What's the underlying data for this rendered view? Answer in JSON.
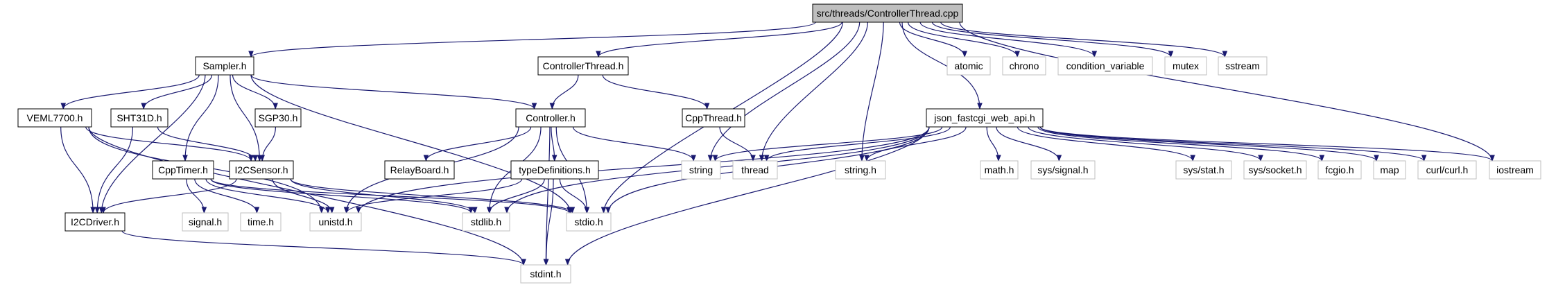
{
  "graph": {
    "root": "src/threads/ControllerThread.cpp",
    "colors": {
      "root_fill": "#bfbfbf",
      "normal_border": "#000000",
      "system_border": "#bfbfbf",
      "edge": "#191970",
      "text": "#000000"
    },
    "nodes": [
      {
        "id": "root",
        "label": "src/threads/ControllerThread.cpp",
        "kind": "root"
      },
      {
        "id": "sampler",
        "label": "Sampler.h",
        "kind": "normal"
      },
      {
        "id": "ctrlthread",
        "label": "ControllerThread.h",
        "kind": "normal"
      },
      {
        "id": "veml",
        "label": "VEML7700.h",
        "kind": "normal"
      },
      {
        "id": "sht",
        "label": "SHT31D.h",
        "kind": "normal"
      },
      {
        "id": "sgp",
        "label": "SGP30.h",
        "kind": "normal"
      },
      {
        "id": "controller",
        "label": "Controller.h",
        "kind": "normal"
      },
      {
        "id": "cppthread",
        "label": "CppThread.h",
        "kind": "normal"
      },
      {
        "id": "json",
        "label": "json_fastcgi_web_api.h",
        "kind": "normal"
      },
      {
        "id": "cpptimer",
        "label": "CppTimer.h",
        "kind": "normal"
      },
      {
        "id": "i2csensor",
        "label": "I2CSensor.h",
        "kind": "normal"
      },
      {
        "id": "relay",
        "label": "RelayBoard.h",
        "kind": "normal"
      },
      {
        "id": "typedef",
        "label": "typeDefinitions.h",
        "kind": "normal"
      },
      {
        "id": "i2cdriver",
        "label": "I2CDriver.h",
        "kind": "normal"
      },
      {
        "id": "atomic",
        "label": "atomic",
        "kind": "system"
      },
      {
        "id": "chrono",
        "label": "chrono",
        "kind": "system"
      },
      {
        "id": "condvar",
        "label": "condition_variable",
        "kind": "system"
      },
      {
        "id": "mutex",
        "label": "mutex",
        "kind": "system"
      },
      {
        "id": "sstream",
        "label": "sstream",
        "kind": "system"
      },
      {
        "id": "string",
        "label": "string",
        "kind": "system"
      },
      {
        "id": "thread",
        "label": "thread",
        "kind": "system"
      },
      {
        "id": "stringh",
        "label": "string.h",
        "kind": "system"
      },
      {
        "id": "mathh",
        "label": "math.h",
        "kind": "system"
      },
      {
        "id": "syssignal",
        "label": "sys/signal.h",
        "kind": "system"
      },
      {
        "id": "sysstat",
        "label": "sys/stat.h",
        "kind": "system"
      },
      {
        "id": "syssocket",
        "label": "sys/socket.h",
        "kind": "system"
      },
      {
        "id": "fcgio",
        "label": "fcgio.h",
        "kind": "system"
      },
      {
        "id": "map",
        "label": "map",
        "kind": "system"
      },
      {
        "id": "curl",
        "label": "curl/curl.h",
        "kind": "system"
      },
      {
        "id": "iostream",
        "label": "iostream",
        "kind": "system"
      },
      {
        "id": "signalh",
        "label": "signal.h",
        "kind": "system"
      },
      {
        "id": "timeh",
        "label": "time.h",
        "kind": "system"
      },
      {
        "id": "unistd",
        "label": "unistd.h",
        "kind": "system"
      },
      {
        "id": "stdlib",
        "label": "stdlib.h",
        "kind": "system"
      },
      {
        "id": "stdio",
        "label": "stdio.h",
        "kind": "system"
      },
      {
        "id": "stdint",
        "label": "stdint.h",
        "kind": "system"
      }
    ],
    "edges": [
      [
        "root",
        "sampler"
      ],
      [
        "root",
        "ctrlthread"
      ],
      [
        "root",
        "string"
      ],
      [
        "root",
        "thread"
      ],
      [
        "root",
        "stdio"
      ],
      [
        "root",
        "stringh"
      ],
      [
        "root",
        "json"
      ],
      [
        "root",
        "atomic"
      ],
      [
        "root",
        "chrono"
      ],
      [
        "root",
        "condvar"
      ],
      [
        "root",
        "mutex"
      ],
      [
        "root",
        "sstream"
      ],
      [
        "root",
        "iostream"
      ],
      [
        "sampler",
        "veml"
      ],
      [
        "sampler",
        "sht"
      ],
      [
        "sampler",
        "sgp"
      ],
      [
        "sampler",
        "cpptimer"
      ],
      [
        "sampler",
        "i2csensor"
      ],
      [
        "sampler",
        "i2cdriver"
      ],
      [
        "sampler",
        "controller"
      ],
      [
        "sampler",
        "stdio"
      ],
      [
        "ctrlthread",
        "controller"
      ],
      [
        "ctrlthread",
        "cppthread"
      ],
      [
        "veml",
        "i2cdriver"
      ],
      [
        "veml",
        "i2csensor"
      ],
      [
        "veml",
        "unistd"
      ],
      [
        "veml",
        "stdint"
      ],
      [
        "sht",
        "i2csensor"
      ],
      [
        "sht",
        "i2cdriver"
      ],
      [
        "sgp",
        "i2csensor"
      ],
      [
        "controller",
        "relay"
      ],
      [
        "controller",
        "typedef"
      ],
      [
        "controller",
        "string"
      ],
      [
        "controller",
        "unistd"
      ],
      [
        "controller",
        "stdlib"
      ],
      [
        "controller",
        "stdio"
      ],
      [
        "controller",
        "stdint"
      ],
      [
        "cppthread",
        "thread"
      ],
      [
        "cpptimer",
        "signalh"
      ],
      [
        "cpptimer",
        "timeh"
      ],
      [
        "cpptimer",
        "unistd"
      ],
      [
        "cpptimer",
        "stdlib"
      ],
      [
        "cpptimer",
        "stdio"
      ],
      [
        "i2csensor",
        "i2cdriver"
      ],
      [
        "i2csensor",
        "unistd"
      ],
      [
        "i2csensor",
        "stdlib"
      ],
      [
        "i2csensor",
        "stdio"
      ],
      [
        "typedef",
        "unistd"
      ],
      [
        "typedef",
        "stdlib"
      ],
      [
        "typedef",
        "stdio"
      ],
      [
        "typedef",
        "stdint"
      ],
      [
        "i2cdriver",
        "stdint"
      ],
      [
        "json",
        "string"
      ],
      [
        "json",
        "thread"
      ],
      [
        "json",
        "stringh"
      ],
      [
        "json",
        "mathh"
      ],
      [
        "json",
        "syssignal"
      ],
      [
        "json",
        "sysstat"
      ],
      [
        "json",
        "syssocket"
      ],
      [
        "json",
        "fcgio"
      ],
      [
        "json",
        "map"
      ],
      [
        "json",
        "curl"
      ],
      [
        "json",
        "iostream"
      ],
      [
        "json",
        "unistd"
      ],
      [
        "json",
        "stdlib"
      ],
      [
        "json",
        "stdio"
      ],
      [
        "json",
        "stdint"
      ]
    ]
  }
}
